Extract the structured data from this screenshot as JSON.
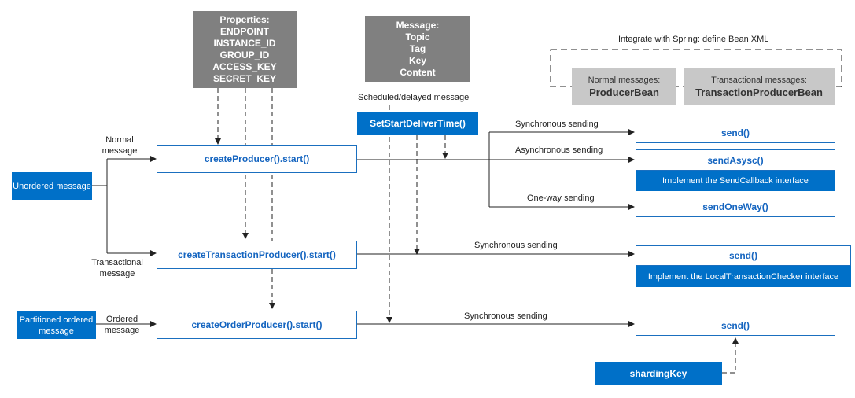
{
  "properties": {
    "title": "Properties:",
    "items": [
      "ENDPOINT",
      "INSTANCE_ID",
      "GROUP_ID",
      "ACCESS_KEY",
      "SECRET_KEY"
    ]
  },
  "message": {
    "title": "Message:",
    "items": [
      "Topic",
      "Tag",
      "Key",
      "Content"
    ]
  },
  "spring": {
    "title": "Integrate with Spring: define Bean XML",
    "normal_label": "Normal messages:",
    "normal_bean": "ProducerBean",
    "tx_label": "Transactional messages:",
    "tx_bean": "TransactionProducerBean"
  },
  "scheduled_label": "Scheduled/delayed message",
  "set_start_deliver_time": "SetStartDeliverTime()",
  "inputs": {
    "unordered": "Unordered message",
    "partitioned": "Partitioned ordered message"
  },
  "edge_labels": {
    "normal": "Normal message",
    "transactional": "Transactional message",
    "ordered": "Ordered message"
  },
  "producers": {
    "create": "createProducer().start()",
    "transaction": "createTransactionProducer().start()",
    "order": "createOrderProducer().start()"
  },
  "sending": {
    "sync1": "Synchronous sending",
    "async": "Asynchronous sending",
    "oneway": "One-way sending",
    "sync2": "Synchronous sending",
    "sync3": "Synchronous sending"
  },
  "methods": {
    "send1": "send()",
    "send_async": "sendAsysc()",
    "send_callback": "Implement the SendCallback interface",
    "send_oneway": "sendOneWay()",
    "send2": "send()",
    "local_tx": "Implement the LocalTransactionChecker interface",
    "send3": "send()"
  },
  "sharding_key": "shardingKey",
  "colors": {
    "accent_blue": "#0070c8",
    "dark_gray": "#808080",
    "light_gray": "#c8c8c8"
  }
}
